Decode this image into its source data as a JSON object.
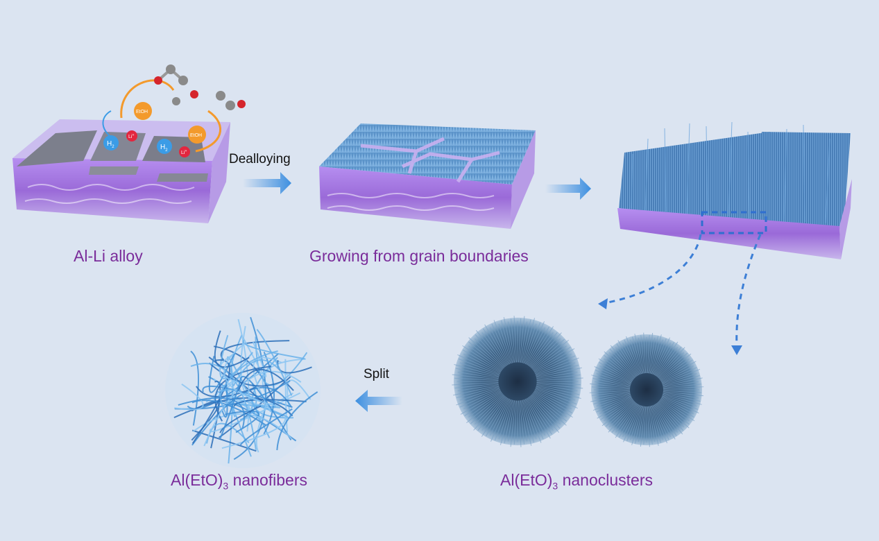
{
  "stages": {
    "alloy": "Al-Li alloy",
    "growing": "Growing from grain boundaries",
    "nanofibers_prefix": "Al(EtO)",
    "nanofibers_sub": "3",
    "nanofibers_suffix": " nanofibers",
    "nanoclusters_prefix": "Al(EtO)",
    "nanoclusters_sub": "3",
    "nanoclusters_suffix": " nanoclusters"
  },
  "steps": {
    "dealloying": "Dealloying",
    "split": "Split"
  },
  "molecule_labels": {
    "h2": "H",
    "h2_sub": "2",
    "li": "Li",
    "li_sup": "+",
    "etoh": "EtOH"
  },
  "colors": {
    "background": "#dbe4f1",
    "label_purple": "#7a2c9a",
    "fiber_blue": "#4a86c4",
    "arrow_blue": "#3d8fe0",
    "h2_blue": "#3b9ce6",
    "li_red": "#e3263f",
    "etoh_orange": "#f39a2c",
    "alloy_purple": "#a97ae0"
  }
}
